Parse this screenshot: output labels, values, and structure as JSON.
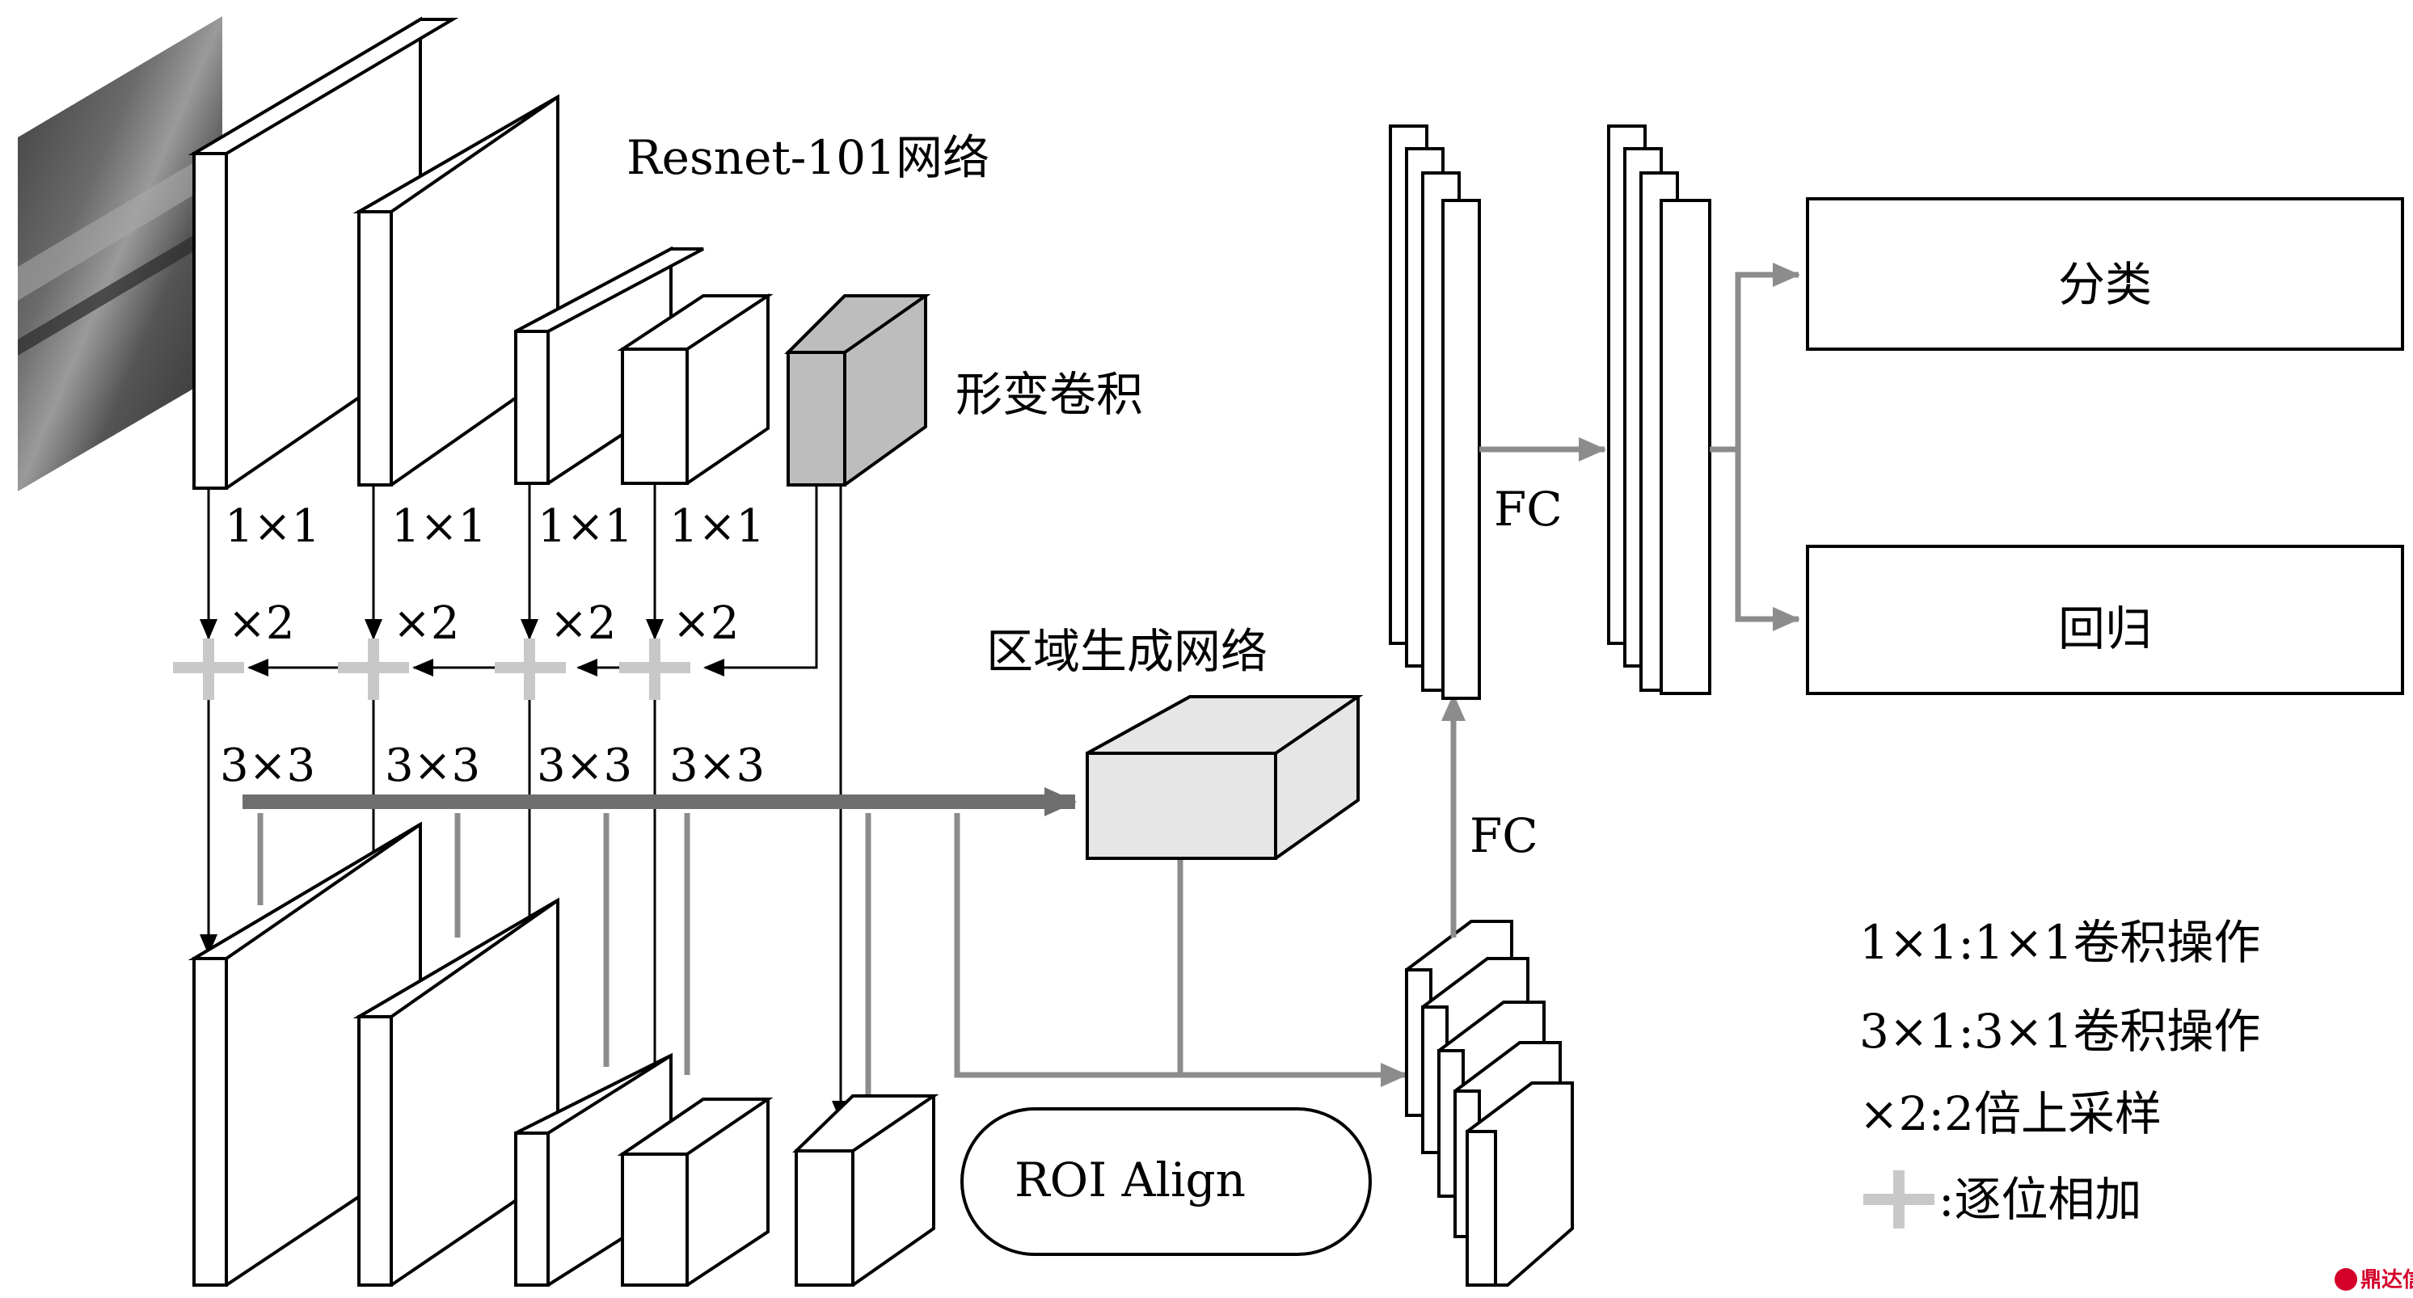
{
  "title": "Resnet-101网络",
  "deform_label": "形变卷积",
  "rpn_label": "区域生成网络",
  "roi_label": "ROI Align",
  "conv_labels": [
    "1×1",
    "1×1",
    "1×1",
    "1×1"
  ],
  "up_labels": [
    "×2",
    "×2",
    "×2",
    "×2"
  ],
  "conv3_labels": [
    "3×3",
    "3×3",
    "3×3",
    "3×3"
  ],
  "fc_label_1": "FC",
  "fc_label_2": "FC",
  "out_classification": "分类",
  "out_regression": "回归",
  "legend": {
    "item1": "1×1:1×1卷积操作",
    "item2": "3×1:3×1卷积操作",
    "item3": "×2:2倍上采样",
    "item4": ":逐位相加"
  },
  "watermark": "鼎达信",
  "colors": {
    "line": "#000000",
    "gray_line": "#8c8c8c",
    "plus": "#c8c8c8",
    "deform_block": "#bdbdbd",
    "rpn_block": "#e6e6e6",
    "watermark": "#d4002a"
  }
}
